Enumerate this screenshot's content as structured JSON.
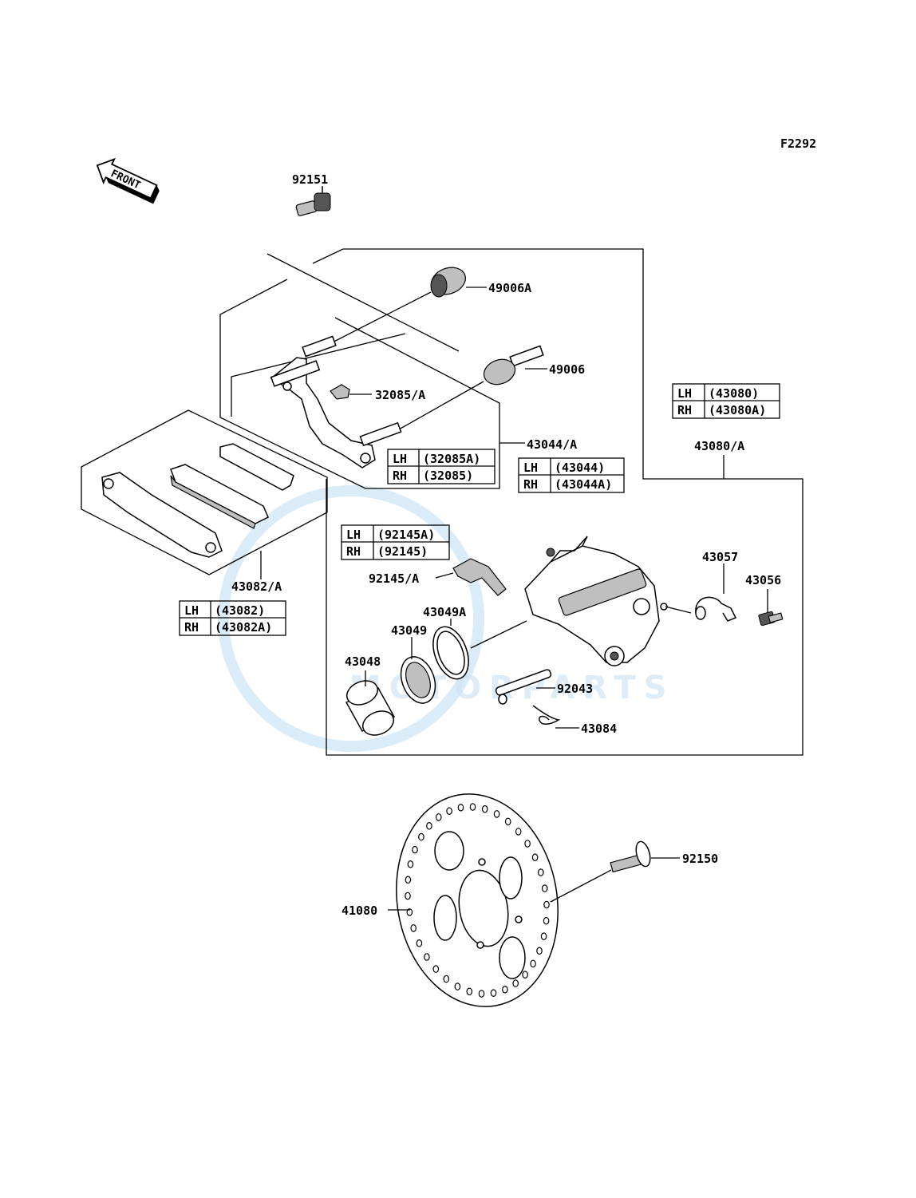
{
  "figure_code": "F2292",
  "front_label": "FRONT",
  "watermark": "MOTORPARTS",
  "labels": {
    "p92151": "92151",
    "p49006A": "49006A",
    "p49006": "49006",
    "p32085": "32085/A",
    "p43044": "43044/A",
    "p43080": "43080/A",
    "p43082": "43082/A",
    "p92145": "92145/A",
    "p43057": "43057",
    "p43056": "43056",
    "p43049A": "43049A",
    "p43049": "43049",
    "p43048": "43048",
    "p92043": "92043",
    "p43084": "43084",
    "p92150": "92150",
    "p41080": "41080"
  },
  "tables": {
    "t32085": {
      "lh": "LH",
      "lh_val": "(32085A)",
      "rh": "RH",
      "rh_val": "(32085)"
    },
    "t43044": {
      "lh": "LH",
      "lh_val": "(43044)",
      "rh": "RH",
      "rh_val": "(43044A)"
    },
    "t43080": {
      "lh": "LH",
      "lh_val": "(43080)",
      "rh": "RH",
      "rh_val": "(43080A)"
    },
    "t92145": {
      "lh": "LH",
      "lh_val": "(92145A)",
      "rh": "RH",
      "rh_val": "(92145)"
    },
    "t43082": {
      "lh": "LH",
      "lh_val": "(43082)",
      "rh": "RH",
      "rh_val": "(43082A)"
    }
  }
}
